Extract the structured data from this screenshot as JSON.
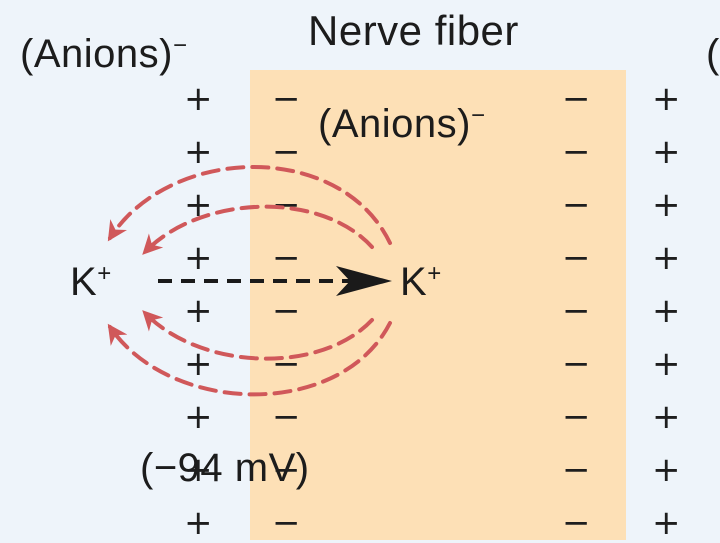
{
  "diagram": {
    "title": "Nerve fiber",
    "outside_anion_label": "(Anions)",
    "inside_anion_label": "(Anions)",
    "anion_charge": "−",
    "ion_label": "K",
    "ion_charge": "+",
    "potential_label": "(−94 mV)",
    "cutoff_label": "(",
    "plus_sign": "+",
    "minus_sign": "−",
    "colors": {
      "background": "#eef4fa",
      "fiber_fill": "#fde0b6",
      "diffusion_arrow": "#d0585a",
      "flux_arrow": "#1a1a1a"
    },
    "counts": {
      "outer_plus_column": 9,
      "inner_minus_left": 9,
      "inner_minus_right": 9,
      "outer_plus_right": 9
    }
  }
}
